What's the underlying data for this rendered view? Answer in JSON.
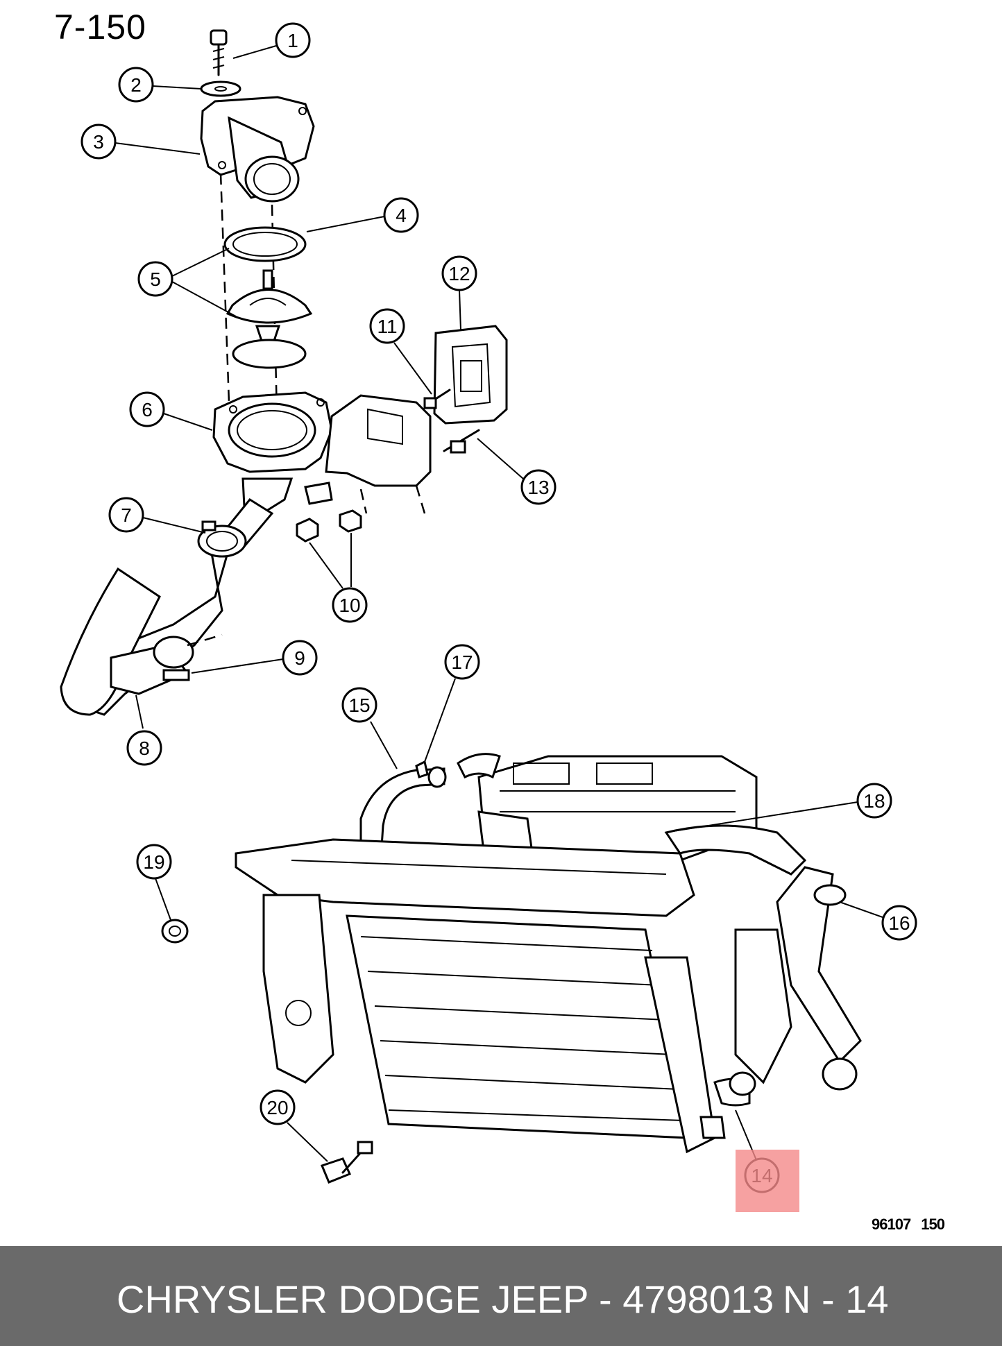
{
  "diagram": {
    "page_id": "7-150",
    "drawing_code": "96107 150",
    "highlighted_callout": "14",
    "callouts": [
      "1",
      "2",
      "3",
      "4",
      "5",
      "6",
      "7",
      "8",
      "9",
      "10",
      "11",
      "12",
      "13",
      "14",
      "15",
      "16",
      "17",
      "18",
      "19",
      "20"
    ]
  },
  "footer": {
    "part_text": "CHRYSLER DODGE JEEP - 4798013",
    "ref_text": "N - 14"
  },
  "colors": {
    "highlight": "#f4898a",
    "footer_bg": "#6a6a6a",
    "footer_text": "#ffffff"
  }
}
